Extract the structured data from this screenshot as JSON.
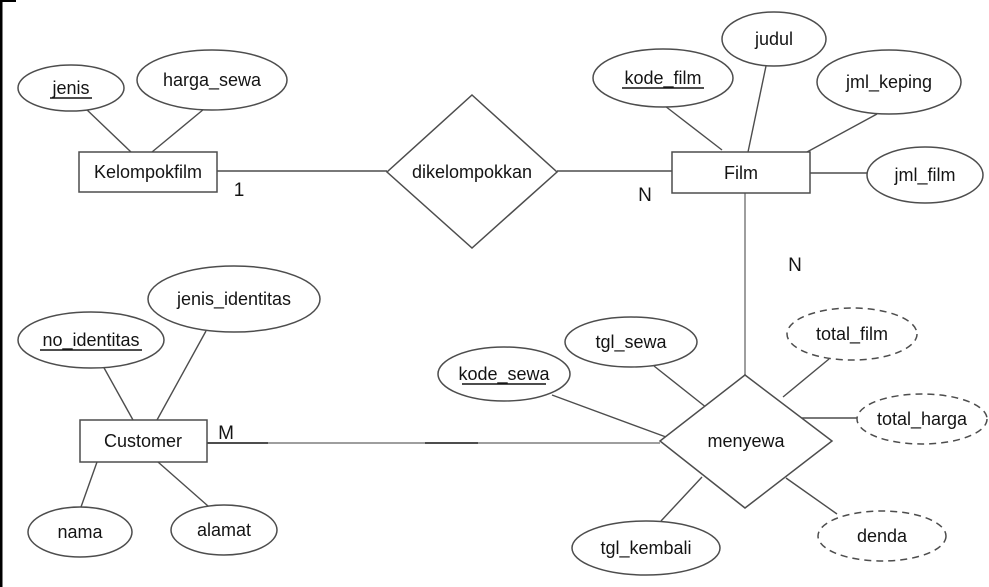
{
  "diagram_type": "entity-relationship",
  "entities": [
    {
      "name": "Kelompokfilm",
      "attributes": [
        "jenis",
        "harga_sewa"
      ],
      "primary_key": "jenis"
    },
    {
      "name": "Film",
      "attributes": [
        "kode_film",
        "judul",
        "jml_keping",
        "jml_film"
      ],
      "primary_key": "kode_film"
    },
    {
      "name": "Customer",
      "attributes": [
        "no_identitas",
        "jenis_identitas",
        "nama",
        "alamat"
      ],
      "primary_key": "no_identitas"
    }
  ],
  "relationships": [
    {
      "name": "dikelompokkan",
      "between": [
        "Kelompokfilm",
        "Film"
      ],
      "cardinality": {
        "Kelompokfilm": "1",
        "Film": "N"
      }
    },
    {
      "name": "menyewa",
      "between": [
        "Customer",
        "Film"
      ],
      "cardinality": {
        "Customer": "M",
        "Film": "N"
      },
      "attributes": [
        "kode_sewa",
        "tgl_sewa",
        "tgl_kembali",
        "total_film",
        "total_harga",
        "denda"
      ],
      "primary_key": "kode_sewa",
      "derived_attributes": [
        "total_film",
        "total_harga",
        "denda"
      ]
    }
  ],
  "colors": {
    "background": "#ffffff",
    "shape_stroke": "#4d4d4d",
    "text": "#141414",
    "gray_connector": "#9e9e9e",
    "page_edge": "#000000"
  }
}
